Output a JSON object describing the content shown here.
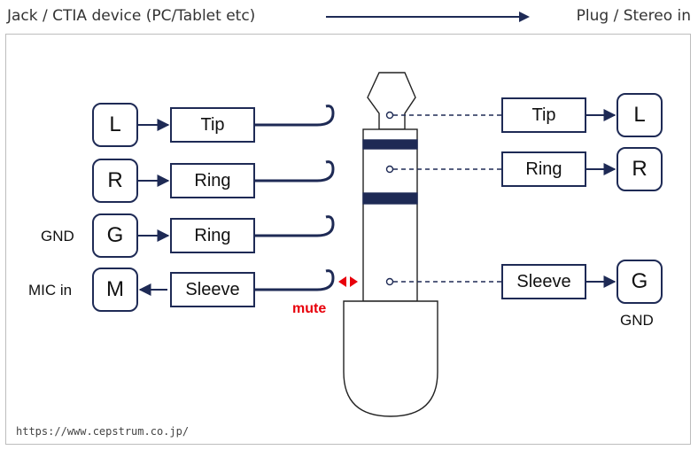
{
  "header": {
    "left_title": "Jack / CTIA device (PC/Tablet etc)",
    "right_title": "Plug / Stereo in"
  },
  "jack_side": {
    "rows": [
      {
        "key": "L",
        "terminal": "Tip",
        "side_label": ""
      },
      {
        "key": "R",
        "terminal": "Ring",
        "side_label": ""
      },
      {
        "key": "G",
        "terminal": "Ring",
        "side_label": "GND"
      },
      {
        "key": "M",
        "terminal": "Sleeve",
        "side_label": "MIC in"
      }
    ],
    "mute_label": "mute"
  },
  "plug_side": {
    "rows": [
      {
        "terminal": "Tip",
        "key": "L"
      },
      {
        "terminal": "Ring",
        "key": "R"
      },
      {
        "terminal": "Sleeve",
        "key": "G",
        "below_label": "GND"
      }
    ]
  },
  "footer": {
    "url": "https://www.cepstrum.co.jp/"
  },
  "colors": {
    "line": "#1e2a55",
    "accent": "#e8000b",
    "frame": "#bdbdbd"
  }
}
